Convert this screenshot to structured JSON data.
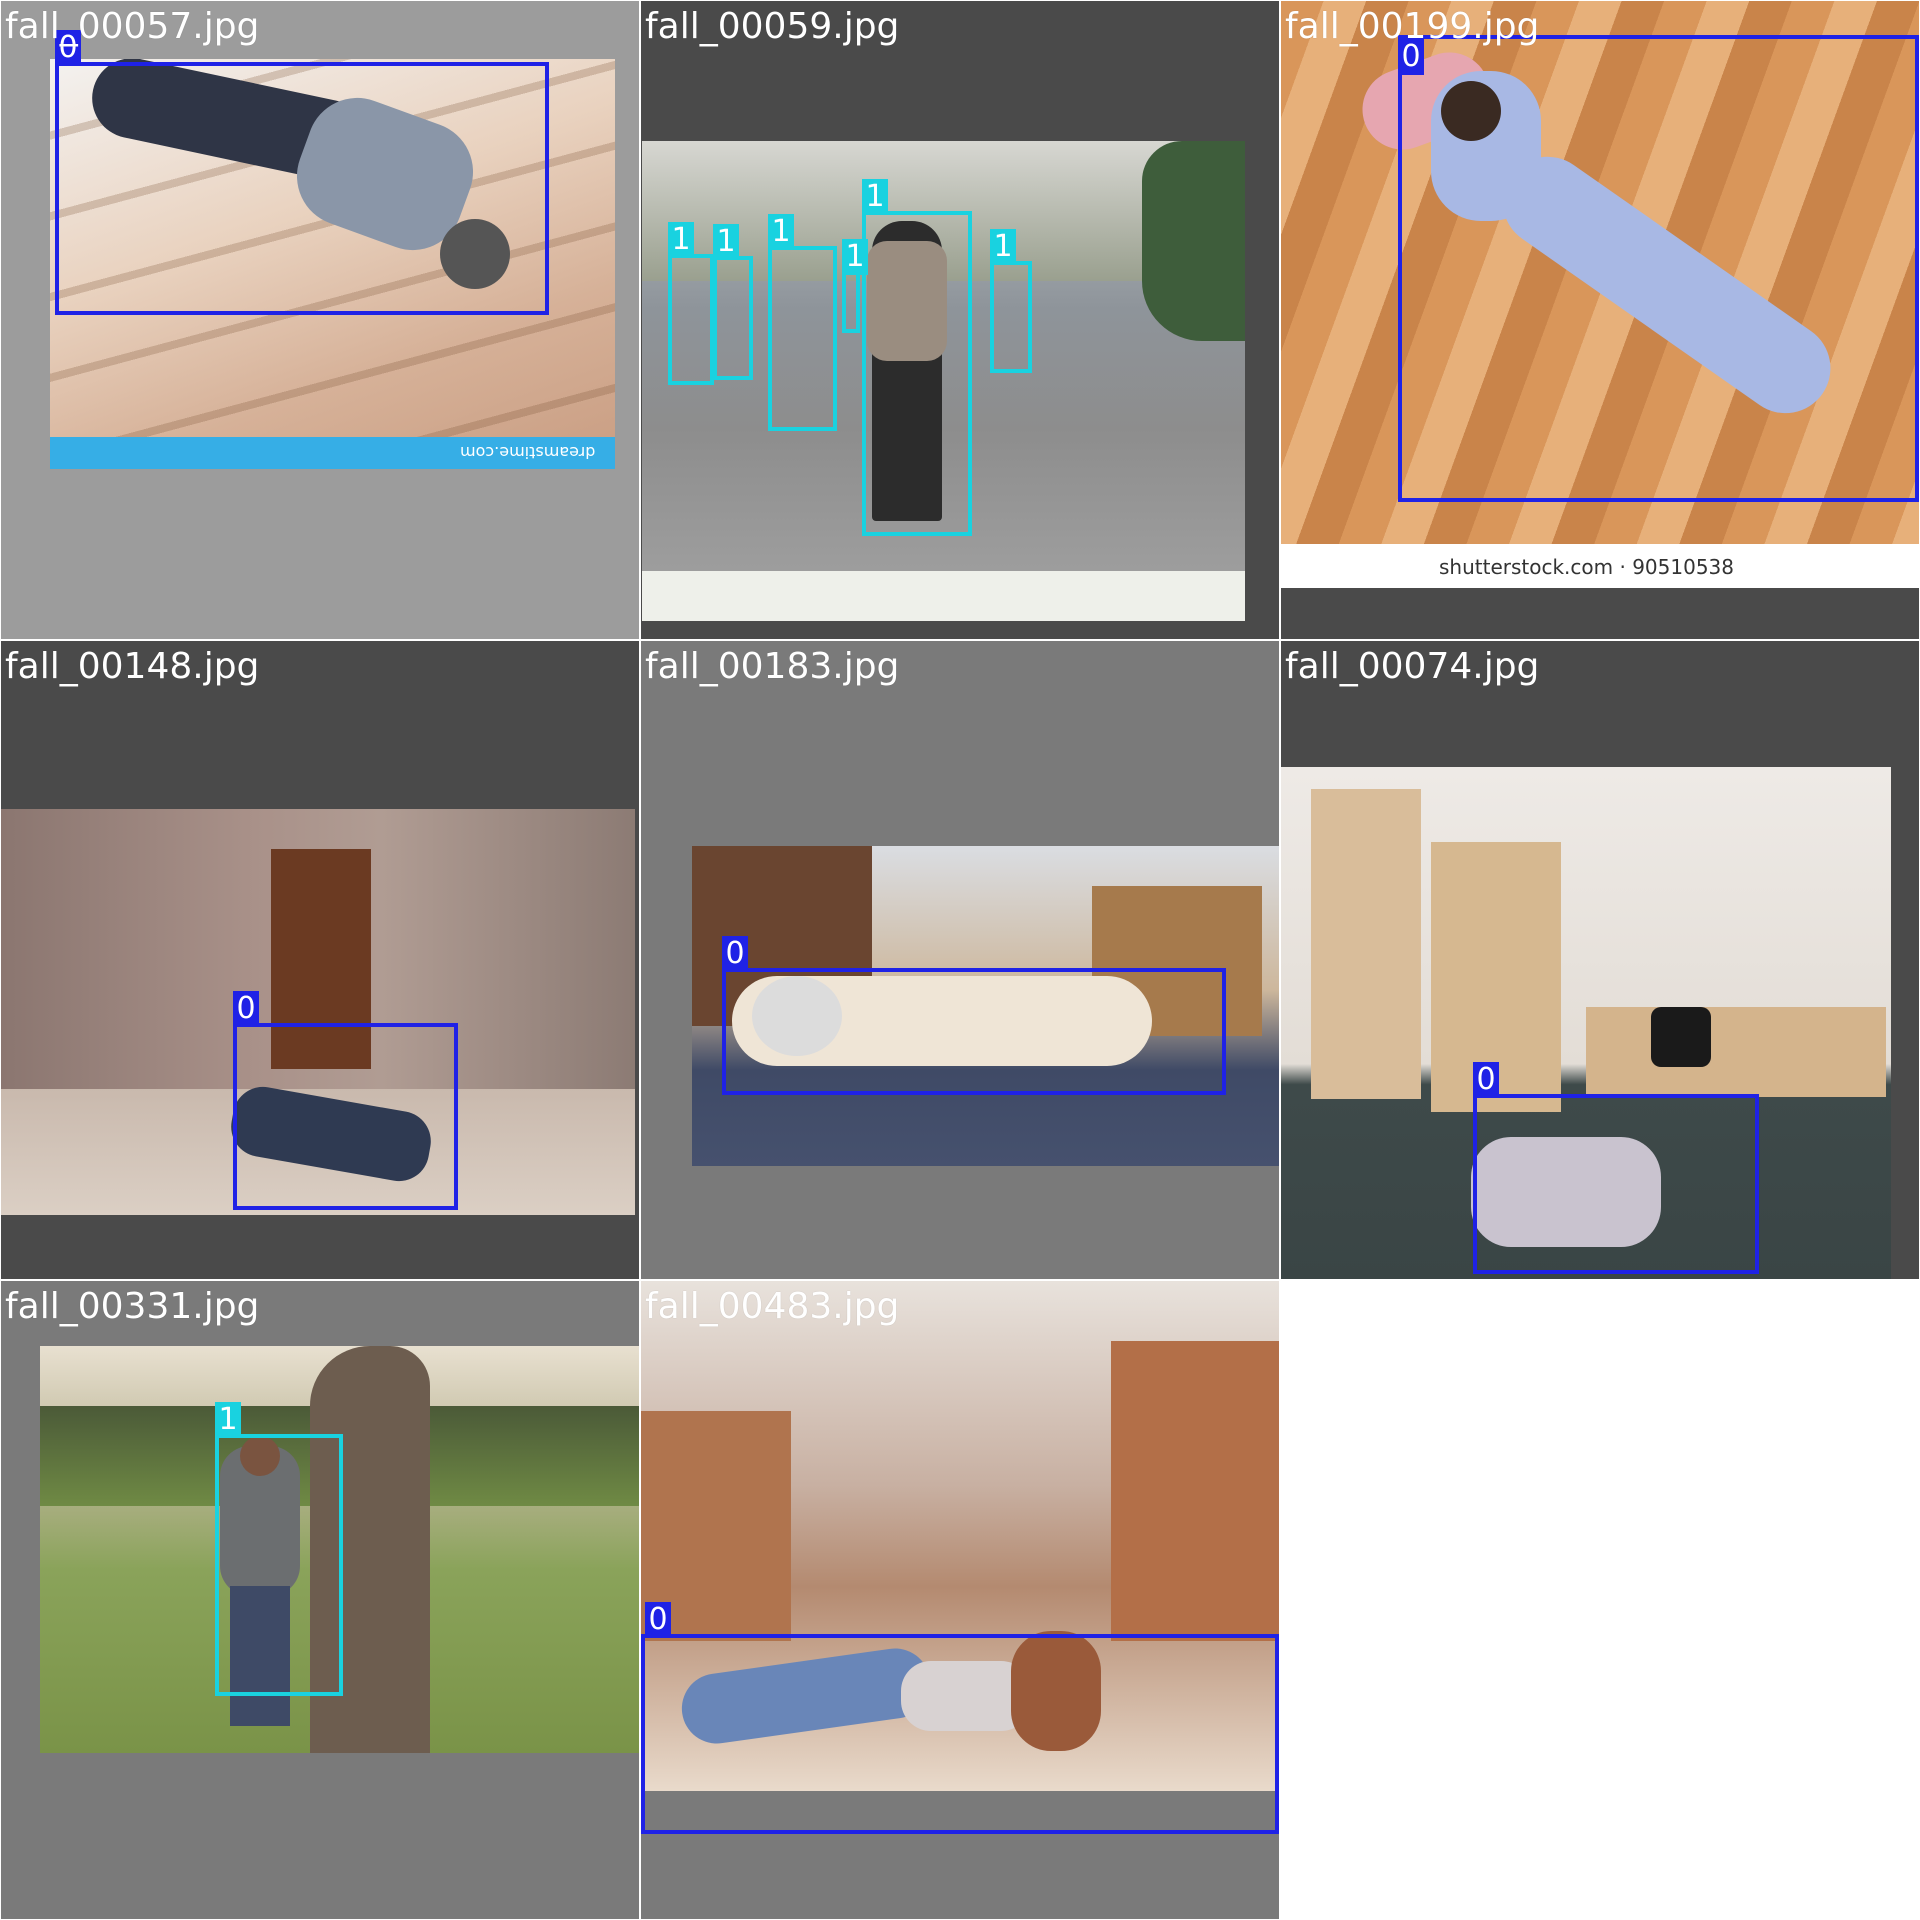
{
  "colors": {
    "class0": "#1f22e6",
    "class1": "#19d2e0",
    "tile_gray_light": "#9c9c9c",
    "tile_gray_dark": "#4a4a4a",
    "tile_gray_mid": "#7a7a7a",
    "empty": "#ffffff"
  },
  "tiles": [
    {
      "filename": "fall_00057.jpg",
      "boxes": [
        {
          "label": "0"
        }
      ],
      "watermark": "dreamstime.com"
    },
    {
      "filename": "fall_00059.jpg",
      "boxes": [
        {
          "label": "1"
        },
        {
          "label": "1"
        },
        {
          "label": "1"
        },
        {
          "label": "1"
        },
        {
          "label": "1"
        },
        {
          "label": "1"
        }
      ]
    },
    {
      "filename": "fall_00199.jpg",
      "boxes": [
        {
          "label": "0"
        }
      ],
      "caption": "shutterstock.com · 90510538"
    },
    {
      "filename": "fall_00148.jpg",
      "boxes": [
        {
          "label": "0"
        }
      ]
    },
    {
      "filename": "fall_00183.jpg",
      "boxes": [
        {
          "label": "0"
        }
      ]
    },
    {
      "filename": "fall_00074.jpg",
      "boxes": [
        {
          "label": "0"
        }
      ]
    },
    {
      "filename": "fall_00331.jpg",
      "boxes": [
        {
          "label": "1"
        }
      ]
    },
    {
      "filename": "fall_00483.jpg",
      "boxes": [
        {
          "label": "0"
        }
      ]
    }
  ]
}
